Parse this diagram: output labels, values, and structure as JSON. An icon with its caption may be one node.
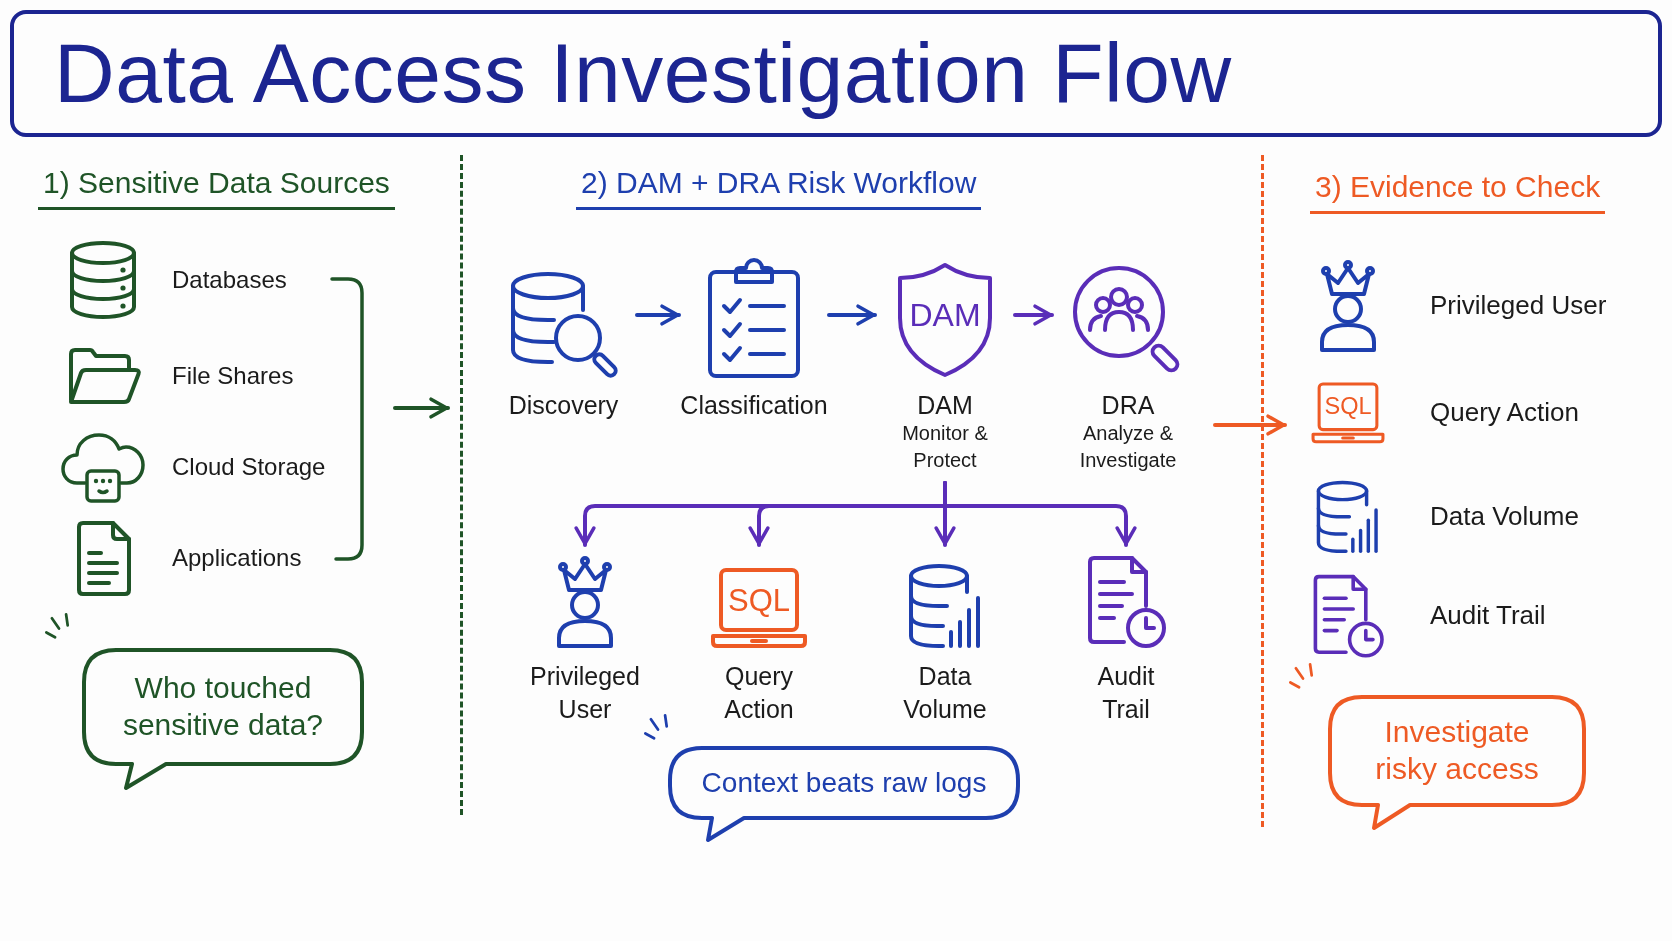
{
  "diagram": {
    "title": "Data Access Investigation Flow",
    "nodes": [
      {
        "text": [
          "1) Sensitive Data Sources"
        ]
      },
      {
        "text": [
          "Databases"
        ],
        "in": 0
      },
      {
        "text": [
          "File Shares"
        ],
        "in": 0
      },
      {
        "text": [
          "Cloud Storage"
        ],
        "in": 0
      },
      {
        "text": [
          "Applications"
        ],
        "in": 0
      },
      {
        "text": [
          "Who touched sensitive data?"
        ],
        "in": 0
      },
      {
        "text": [
          "2) DAM + DRA Risk Workflow"
        ]
      },
      {
        "text": [
          "Discovery"
        ],
        "in": 6
      },
      {
        "text": [
          "Classification"
        ],
        "in": 6
      },
      {
        "text": [
          "DAM",
          "DAM",
          "Monitor & Protect"
        ],
        "in": 6
      },
      {
        "text": [
          "DRA",
          "Analyze & Investigate"
        ],
        "in": 6
      },
      {
        "text": [
          "Privileged User"
        ],
        "in": 6
      },
      {
        "text": [
          "SQL",
          "Query Action"
        ],
        "in": 6
      },
      {
        "text": [
          "Data Volume"
        ],
        "in": 6
      },
      {
        "text": [
          "Audit Trail"
        ],
        "in": 6
      },
      {
        "text": [
          "Context beats raw logs"
        ],
        "in": 6
      },
      {
        "text": [
          "3) Evidence to Check"
        ]
      },
      {
        "text": [
          "Privileged User"
        ],
        "in": 16
      },
      {
        "text": [
          "SQL",
          "Query Action"
        ],
        "in": 16
      },
      {
        "text": [
          "Data Volume"
        ],
        "in": 16
      },
      {
        "text": [
          "Audit Trail"
        ],
        "in": 16
      },
      {
        "text": [
          "Investigate risky access"
        ],
        "in": 16
      }
    ],
    "edges": [
      {
        "from": 0,
        "to": 6,
        "arrow": "to",
        "color": "#1f5427"
      },
      {
        "from": 7,
        "to": 8,
        "arrow": "to",
        "color": "#1e3fae"
      },
      {
        "from": 8,
        "to": 9,
        "arrow": "to",
        "color": "#1e3fae"
      },
      {
        "from": 9,
        "to": 10,
        "arrow": "to"
      },
      {
        "from": 9,
        "to": 11,
        "arrow": "to"
      },
      {
        "from": 9,
        "to": 12,
        "arrow": "to"
      },
      {
        "from": 9,
        "to": 13,
        "arrow": "to"
      },
      {
        "from": 9,
        "to": 14,
        "arrow": "to"
      },
      {
        "from": 6,
        "to": 16,
        "arrow": "to",
        "color": "#ee5a24"
      }
    ]
  }
}
